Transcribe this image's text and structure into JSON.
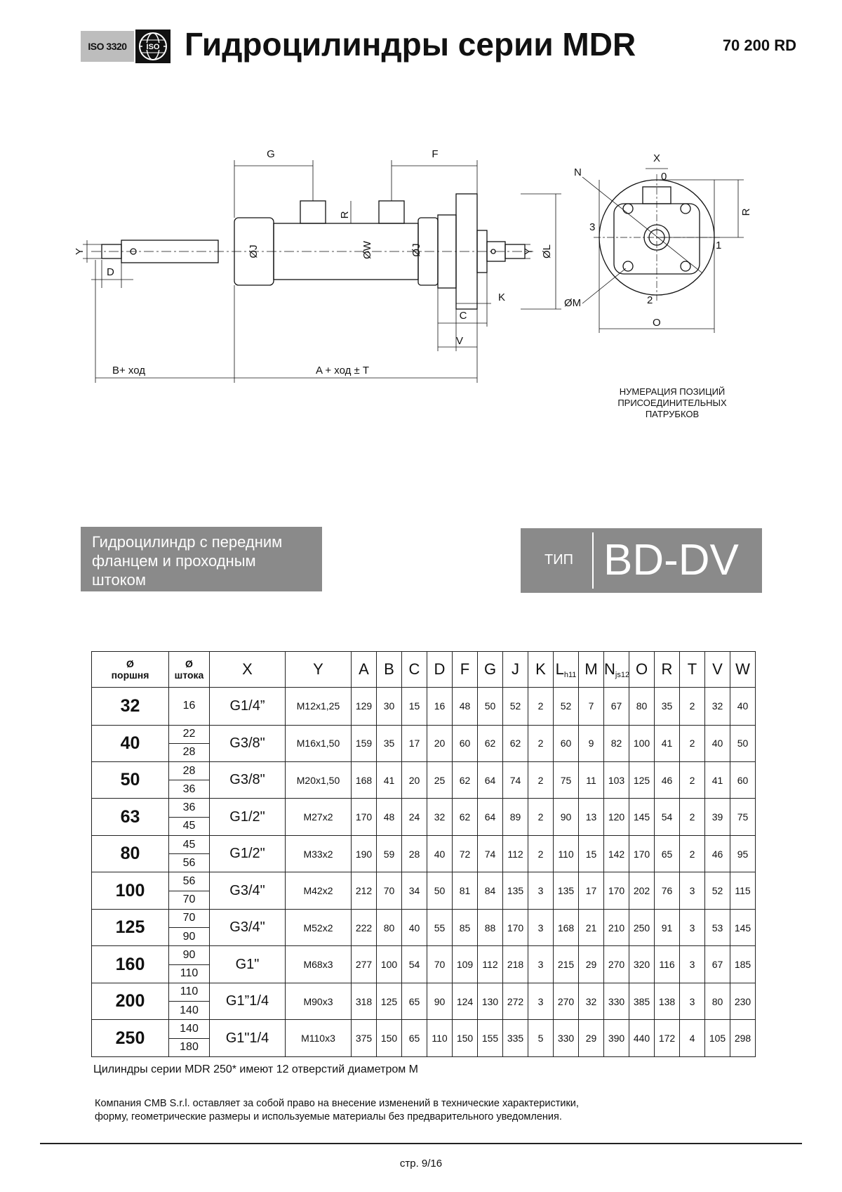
{
  "header": {
    "iso": "ISO 3320",
    "iso_logo": "ISO",
    "title": "Гидроцилиндры серии MDR",
    "code": "70 200 RD"
  },
  "drawing": {
    "G": "G",
    "F": "F",
    "R": "R",
    "Y": "Y",
    "D": "D",
    "J": "ØJ",
    "W": "ØW",
    "L": "ØL",
    "K": "K",
    "C": "C",
    "V": "V",
    "B": "B+  ход",
    "A": "A +   ход    ± T",
    "X": "X",
    "N": "N",
    "M": "ØM",
    "O": "O",
    "p0": "0",
    "p1": "1",
    "p2": "2",
    "p3": "3",
    "caption": [
      "НУМЕРАЦИЯ ПОЗИЦИЙ",
      "ПРИСОЕДИНИТЕЛЬНЫХ",
      "ПАТРУБКОВ"
    ]
  },
  "caption_box": {
    "text": "Гидроцилиндр с передним фланцем и проходным штоком"
  },
  "type_box": {
    "label": "ТИП",
    "value": "BD-DV"
  },
  "table": {
    "headers": {
      "bore_sym": "Ø",
      "bore": "поршня",
      "rod_sym": "Ø",
      "rod": "штока",
      "X": "X",
      "Y": "Y",
      "A": "A",
      "B": "B",
      "C": "C",
      "D": "D",
      "F": "F",
      "G": "G",
      "J": "J",
      "K": "K",
      "L": "L",
      "L_sub": "h11",
      "M": "M",
      "N": "N",
      "N_sub": "js12",
      "O": "O",
      "R": "R",
      "T": "T",
      "V": "V",
      "W": "W"
    },
    "rows": [
      {
        "bore": "32",
        "rods": [
          "16"
        ],
        "X": "G1/4”",
        "Y": "M12x1,25",
        "A": "129",
        "B": "30",
        "C": "15",
        "D": "16",
        "F": "48",
        "G": "50",
        "J": "52",
        "K": "2",
        "L": "52",
        "M": "7",
        "N": "67",
        "O": "80",
        "R": "35",
        "T": "2",
        "V": "32",
        "W": "40"
      },
      {
        "bore": "40",
        "rods": [
          "22",
          "28"
        ],
        "X": "G3/8\"",
        "Y": "M16x1,50",
        "A": "159",
        "B": "35",
        "C": "17",
        "D": "20",
        "F": "60",
        "G": "62",
        "J": "62",
        "K": "2",
        "L": "60",
        "M": "9",
        "N": "82",
        "O": "100",
        "R": "41",
        "T": "2",
        "V": "40",
        "W": "50"
      },
      {
        "bore": "50",
        "rods": [
          "28",
          "36"
        ],
        "X": "G3/8\"",
        "Y": "M20x1,50",
        "A": "168",
        "B": "41",
        "C": "20",
        "D": "25",
        "F": "62",
        "G": "64",
        "J": "74",
        "K": "2",
        "L": "75",
        "M": "11",
        "N": "103",
        "O": "125",
        "R": "46",
        "T": "2",
        "V": "41",
        "W": "60"
      },
      {
        "bore": "63",
        "rods": [
          "36",
          "45"
        ],
        "X": "G1/2\"",
        "Y": "M27x2",
        "A": "170",
        "B": "48",
        "C": "24",
        "D": "32",
        "F": "62",
        "G": "64",
        "J": "89",
        "K": "2",
        "L": "90",
        "M": "13",
        "N": "120",
        "O": "145",
        "R": "54",
        "T": "2",
        "V": "39",
        "W": "75"
      },
      {
        "bore": "80",
        "rods": [
          "45",
          "56"
        ],
        "X": "G1/2\"",
        "Y": "M33x2",
        "A": "190",
        "B": "59",
        "C": "28",
        "D": "40",
        "F": "72",
        "G": "74",
        "J": "112",
        "K": "2",
        "L": "110",
        "M": "15",
        "N": "142",
        "O": "170",
        "R": "65",
        "T": "2",
        "V": "46",
        "W": "95"
      },
      {
        "bore": "100",
        "rods": [
          "56",
          "70"
        ],
        "X": "G3/4\"",
        "Y": "M42x2",
        "A": "212",
        "B": "70",
        "C": "34",
        "D": "50",
        "F": "81",
        "G": "84",
        "J": "135",
        "K": "3",
        "L": "135",
        "M": "17",
        "N": "170",
        "O": "202",
        "R": "76",
        "T": "3",
        "V": "52",
        "W": "115"
      },
      {
        "bore": "125",
        "rods": [
          "70",
          "90"
        ],
        "X": "G3/4\"",
        "Y": "M52x2",
        "A": "222",
        "B": "80",
        "C": "40",
        "D": "55",
        "F": "85",
        "G": "88",
        "J": "170",
        "K": "3",
        "L": "168",
        "M": "21",
        "N": "210",
        "O": "250",
        "R": "91",
        "T": "3",
        "V": "53",
        "W": "145"
      },
      {
        "bore": "160",
        "rods": [
          "90",
          "110"
        ],
        "X": "G1\"",
        "Y": "M68x3",
        "A": "277",
        "B": "100",
        "C": "54",
        "D": "70",
        "F": "109",
        "G": "112",
        "J": "218",
        "K": "3",
        "L": "215",
        "M": "29",
        "N": "270",
        "O": "320",
        "R": "116",
        "T": "3",
        "V": "67",
        "W": "185"
      },
      {
        "bore": "200",
        "rods": [
          "110",
          "140"
        ],
        "X": "G1”1/4",
        "Y": "M90x3",
        "A": "318",
        "B": "125",
        "C": "65",
        "D": "90",
        "F": "124",
        "G": "130",
        "J": "272",
        "K": "3",
        "L": "270",
        "M": "32",
        "N": "330",
        "O": "385",
        "R": "138",
        "T": "3",
        "V": "80",
        "W": "230"
      },
      {
        "bore": "250",
        "rods": [
          "140",
          "180"
        ],
        "X": "G1\"1/4",
        "Y": "M110x3",
        "A": "375",
        "B": "150",
        "C": "65",
        "D": "110",
        "F": "150",
        "G": "155",
        "J": "335",
        "K": "5",
        "L": "330",
        "M": "29",
        "N": "390",
        "O": "440",
        "R": "172",
        "T": "4",
        "V": "105",
        "W": "298"
      }
    ]
  },
  "note": "Цилиндры серии MDR 250* имеют 12 отверстий диаметром M",
  "disclaimer": [
    "Компания CMB S.r.l. оставляет за собой право на внесение изменений в технические характеристики,",
    "форму, геометрические размеры и используемые материалы без предварительного уведомления."
  ],
  "page": "стр. 9/16"
}
